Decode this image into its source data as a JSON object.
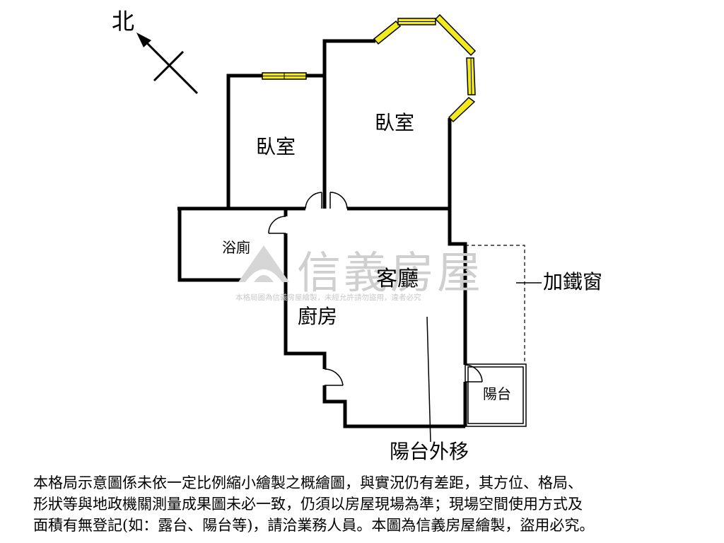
{
  "north": {
    "label": "北"
  },
  "rooms": {
    "bedroom_left": "臥室",
    "bedroom_right": "臥室",
    "bathroom": "浴廁",
    "living_room": "客廳",
    "kitchen": "廚房",
    "balcony": "陽台"
  },
  "annotations": {
    "iron_window": "加鐵窗",
    "balcony_moved": "陽台外移"
  },
  "watermark": {
    "brand": "信義房屋",
    "notice": "本格局圖為信義房屋繪製，未經允許請勿盜用，違者必究"
  },
  "disclaimer": {
    "line1": "本格局示意圖係未依一定比例縮小繪製之概繪圖，與實況仍有差距，其方位、格局、",
    "line2": "形狀等與地政機關測量成果圖未必一致，仍須以房屋現場為準；現場空間使用方式及",
    "line3": "面積有無登記(如：露台、陽台等)，請洽業務人員。本圖為信義房屋繪製，盜用必究。"
  },
  "colors": {
    "wall": "#000000",
    "window_fill": "#f2ea1c",
    "watermark": "#cfcfcf"
  }
}
